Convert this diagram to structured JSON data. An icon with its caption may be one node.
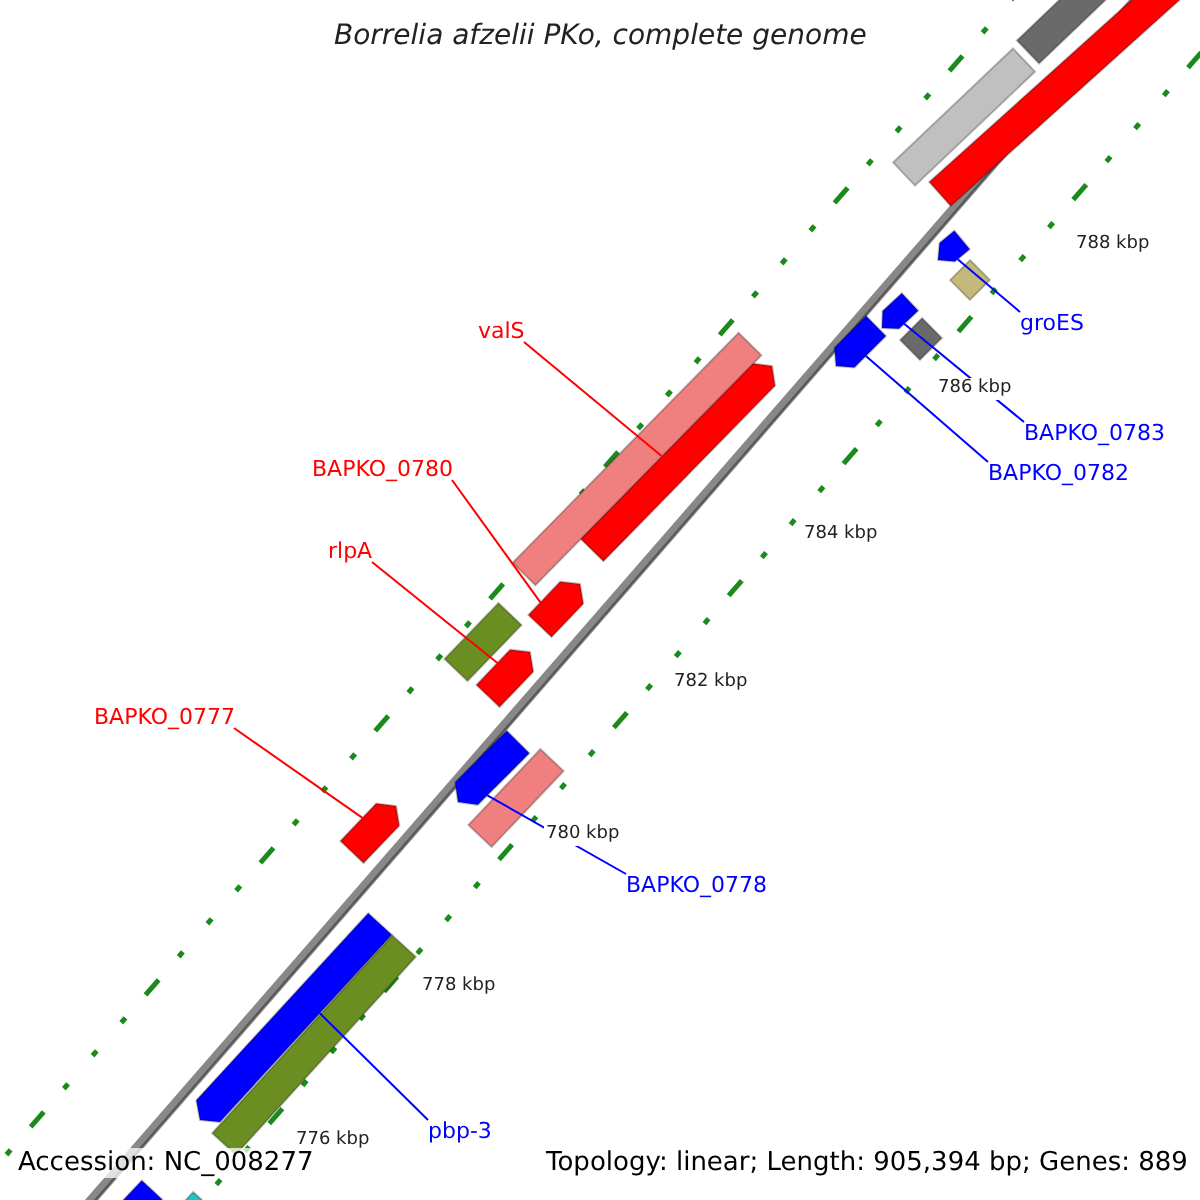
{
  "diagram": {
    "title": "Borrelia afzelii PKo, complete genome",
    "nodes": [
      {
        "text": [
          "valS"
        ]
      },
      {
        "text": [
          "BAPKO_0780"
        ]
      },
      {
        "text": [
          "rlpA"
        ]
      },
      {
        "text": [
          "BAPKO_0777"
        ]
      },
      {
        "text": [
          "groES"
        ]
      },
      {
        "text": [
          "BAPKO_0783"
        ]
      },
      {
        "text": [
          "BAPKO_0782"
        ]
      },
      {
        "text": [
          "BAPKO_0778"
        ]
      },
      {
        "text": [
          "pbp-3"
        ]
      },
      {
        "text": [],
        "shape": "bar"
      },
      {
        "text": [],
        "shape": "bar"
      },
      {
        "text": [],
        "shape": "bar"
      },
      {
        "text": [],
        "shape": "bar"
      },
      {
        "text": [],
        "shape": "bar"
      },
      {
        "text": [],
        "shape": "bar"
      },
      {
        "text": [],
        "shape": "bar"
      },
      {
        "text": [],
        "shape": "bar"
      },
      {
        "text": [],
        "shape": "bar"
      },
      {
        "text": [],
        "shape": "bar"
      },
      {
        "text": [],
        "shape": "bar"
      },
      {
        "text": [],
        "shape": "bar"
      },
      {
        "text": [],
        "shape": "bar"
      },
      {
        "text": [],
        "shape": "bar"
      },
      {
        "text": [],
        "shape": "bar"
      },
      {
        "text": [],
        "shape": "bar"
      },
      {
        "text": [],
        "shape": "bar"
      },
      {
        "text": [],
        "shape": "bar"
      },
      {
        "text": [],
        "shape": "bar"
      },
      {
        "text": [],
        "shape": "bar"
      }
    ],
    "edges": [
      {
        "from": 0,
        "to": 9,
        "arrow": "none",
        "color": "#ff0000"
      },
      {
        "from": 1,
        "to": 10,
        "arrow": "none",
        "color": "#ff0000"
      },
      {
        "from": 2,
        "to": 11,
        "arrow": "none",
        "color": "#ff0000"
      },
      {
        "from": 3,
        "to": 12,
        "arrow": "none",
        "color": "#ff0000"
      },
      {
        "from": 4,
        "to": 13,
        "arrow": "none"
      },
      {
        "from": 5,
        "to": 14,
        "arrow": "none"
      },
      {
        "from": 6,
        "to": 15,
        "arrow": "none"
      },
      {
        "from": 7,
        "to": 16,
        "arrow": "none"
      },
      {
        "from": 8,
        "to": 17,
        "arrow": "none"
      }
    ],
    "labels": [
      "788 kbp",
      "786 kbp",
      "784 kbp",
      "782 kbp",
      "780 kbp",
      "778 kbp",
      "776 kbp",
      "Accession: NC_008277",
      "Topology: linear; Length: 905,394 bp; Genes: 889"
    ]
  }
}
